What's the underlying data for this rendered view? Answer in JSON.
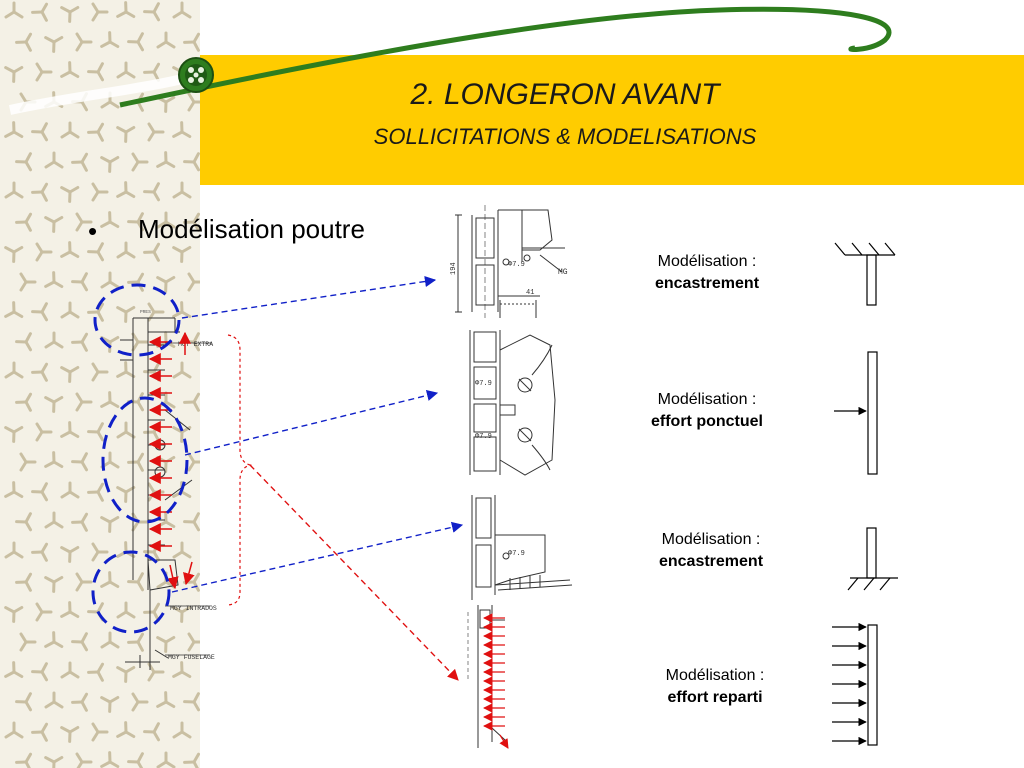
{
  "slide": {
    "title": "2. LONGERON AVANT",
    "subtitle": "SOLLICITATIONS & MODELISATIONS",
    "bullet_symbol": "•",
    "bullet_text": "Modélisation poutre"
  },
  "spar_drawing": {
    "label_top": "MGY EXTRA",
    "label_mid": "MGY INTRADOS",
    "label_bottom": "MGY FUSELAGE",
    "label_tiny": "PRES"
  },
  "detail_drawings": {
    "dim_height": "194",
    "dim_width": "41",
    "hole_diameter": "Φ7.9",
    "cut_label": "MG"
  },
  "models": [
    {
      "prefix": "Modélisation :",
      "type": "encastrement"
    },
    {
      "prefix": "Modélisation :",
      "type": "effort ponctuel"
    },
    {
      "prefix": "Modélisation :",
      "type": "encastrement"
    },
    {
      "prefix": "Modélisation :",
      "type": "effort reparti"
    }
  ],
  "colors": {
    "band": "#FFCC00",
    "swoosh": "#2E7D1E",
    "blue_dashed": "#1020C8",
    "red": "#E01010"
  },
  "icons": [
    "connector-emblem-icon",
    "clamp-support-icon",
    "point-force-icon",
    "distributed-load-icon"
  ]
}
